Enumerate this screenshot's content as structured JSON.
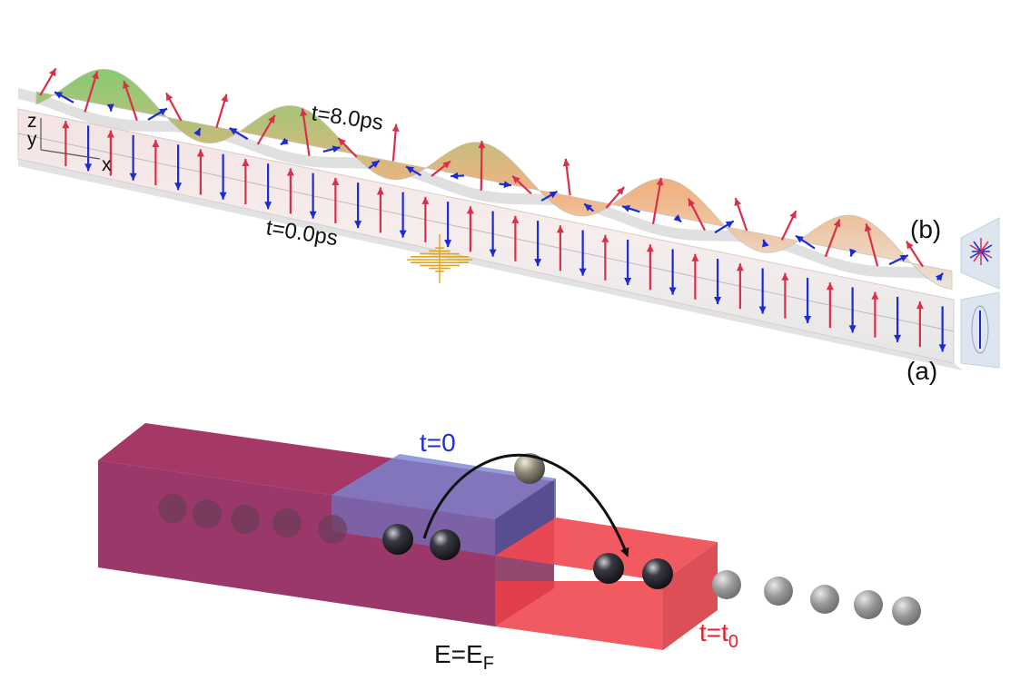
{
  "panel_top": {
    "label_late": "t=8.0ps",
    "label_early": "t=0.0ps",
    "tag_b": "(b)",
    "tag_a": "(a)",
    "axes": {
      "z": "z",
      "y": "y",
      "x": "x"
    },
    "n_spins": 40,
    "colors": {
      "up": "#d9304a",
      "down": "#1c2bd0",
      "pulse": "#e0a51a"
    }
  },
  "panel_bottom": {
    "label_t0": "t=0",
    "label_tt0": "t=t",
    "label_tt0_sub": "0",
    "label_energy": "E=E",
    "label_energy_sub": "F",
    "colors": {
      "block_dark": "#8c1d55",
      "block_blue": "#6c78c8",
      "block_red": "#ee3d45",
      "ball": "#3a3a44"
    }
  }
}
